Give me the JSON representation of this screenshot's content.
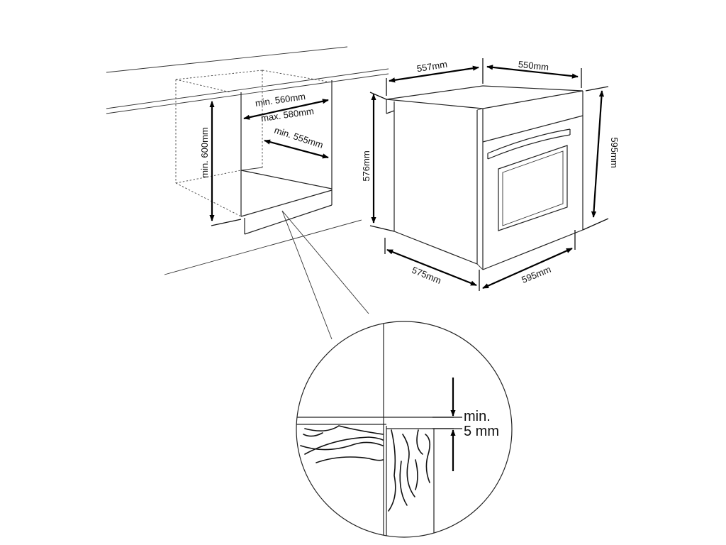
{
  "diagram": {
    "cabinet": {
      "height_label": "min. 600mm",
      "width_min_label": "min. 560mm",
      "width_max_label": "max. 580mm",
      "depth_label": "min. 555mm"
    },
    "oven": {
      "top_depth_label": "557mm",
      "top_width_label": "550mm",
      "body_height_label": "576mm",
      "overall_height_label": "595mm",
      "bottom_depth_label": "575mm",
      "bottom_width_label": "595mm"
    },
    "detail": {
      "gap_label_line1": "min.",
      "gap_label_line2": "5 mm"
    }
  }
}
